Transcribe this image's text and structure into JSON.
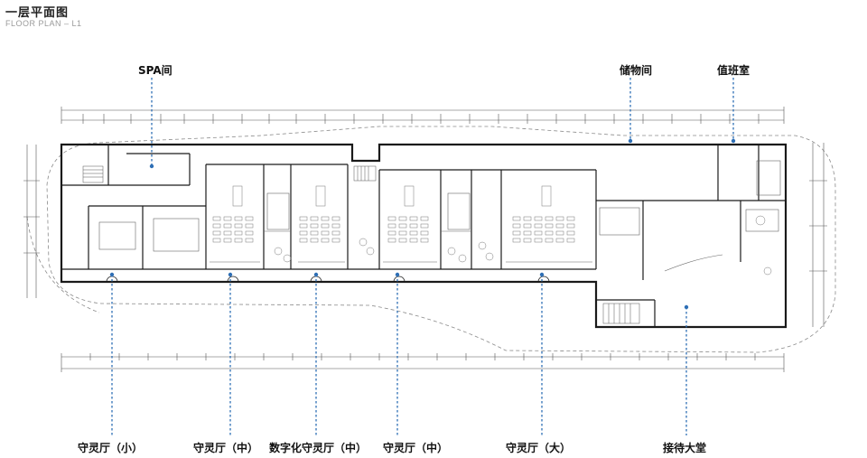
{
  "header": {
    "title": "一层平面图",
    "subtitle": "FLOOR PLAN – L1"
  },
  "callouts": {
    "top": [
      {
        "id": "spa",
        "label": "SPA间"
      },
      {
        "id": "storage",
        "label": "储物间"
      },
      {
        "id": "duty",
        "label": "值班室"
      }
    ],
    "bottom": [
      {
        "id": "hall-small",
        "label": "守灵厅（小）"
      },
      {
        "id": "hall-mid-1",
        "label": "守灵厅（中）"
      },
      {
        "id": "hall-digital",
        "label": "数字化守灵厅（中）"
      },
      {
        "id": "hall-mid-2",
        "label": "守灵厅（中）"
      },
      {
        "id": "hall-large",
        "label": "守灵厅（大）"
      },
      {
        "id": "reception",
        "label": "接待大堂"
      }
    ]
  },
  "colors": {
    "leader": "#2e6fb5",
    "wall": "#1a1a1a",
    "thin": "#555555",
    "dashed": "#8a8a8a"
  }
}
